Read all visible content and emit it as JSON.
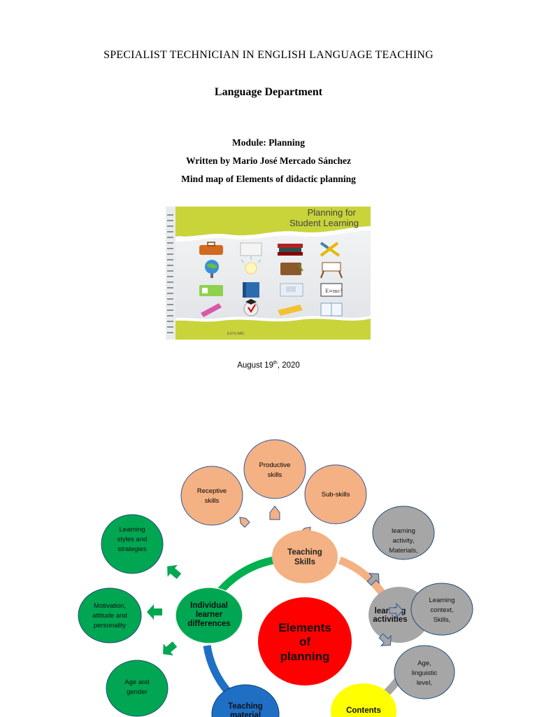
{
  "header": {
    "program": "SPECIALIST TECHNICIAN IN ENGLISH LANGUAGE TEACHING",
    "department": "Language Department"
  },
  "info": {
    "module": "Module: Planning",
    "author": "Written by Mario José Mercado Sánchez",
    "subtitle": "Mind map of Elements of didactic planning"
  },
  "cover": {
    "title_line1": "Planning for",
    "title_line2": "Student Learning",
    "footer_logo": "ESTU ABC"
  },
  "date": {
    "main": "August 19",
    "sup": "th",
    "year": ", 2020"
  },
  "mindmap": {
    "center": [
      "Elements",
      "of",
      "planning"
    ],
    "teaching_skills": [
      "Teaching",
      "Skills"
    ],
    "productive": [
      "Productive",
      "skills"
    ],
    "receptive": [
      "Receptive",
      "skills"
    ],
    "subskills": [
      "Sub-skills"
    ],
    "individual": [
      "Individual",
      "learner",
      "differences"
    ],
    "learning_styles": [
      "Learning",
      "styles and",
      "strategies"
    ],
    "motivation": [
      "Motivation,",
      "attitude and",
      "personality"
    ],
    "age_gender": [
      "Age and",
      "gender"
    ],
    "learning_activities": [
      "learning",
      "activities"
    ],
    "learning_activity": [
      "learning",
      "activity,",
      "Materials,"
    ],
    "learning_context": [
      "Learning",
      "context,",
      "Skills,"
    ],
    "age_level": [
      "Age,",
      "linguistic",
      "level,"
    ],
    "contents": [
      "Contents"
    ],
    "teaching_material": [
      "Teaching",
      "material"
    ],
    "colors": {
      "peach": "#f4b183",
      "green": "#00a651",
      "gray": "#a6a6a6",
      "red": "#ff0000",
      "yellow": "#ffff00",
      "blue": "#1f6fc5",
      "ring_dark": "#1a5c96"
    }
  }
}
